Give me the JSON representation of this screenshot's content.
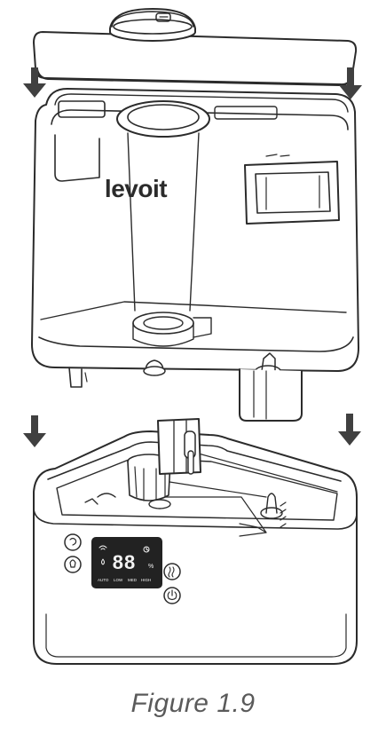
{
  "brand": {
    "logo_text": "levoit"
  },
  "control_panel": {
    "display_value": "88",
    "mode_labels": [
      "AUTO",
      "LOW",
      "MED",
      "HIGH"
    ],
    "percent_symbol": "%"
  },
  "caption": {
    "text": "Figure 1.9"
  },
  "colors": {
    "line": "#2b2b2b",
    "arrow": "#404040",
    "display_bg": "#222222",
    "display_text": "#f2f2f2",
    "caption": "#5a5a5a"
  },
  "icons": [
    "down-arrow-icon",
    "power-icon",
    "mist-icon",
    "light-icon",
    "timer-icon",
    "wifi-icon",
    "humidity-icon"
  ]
}
